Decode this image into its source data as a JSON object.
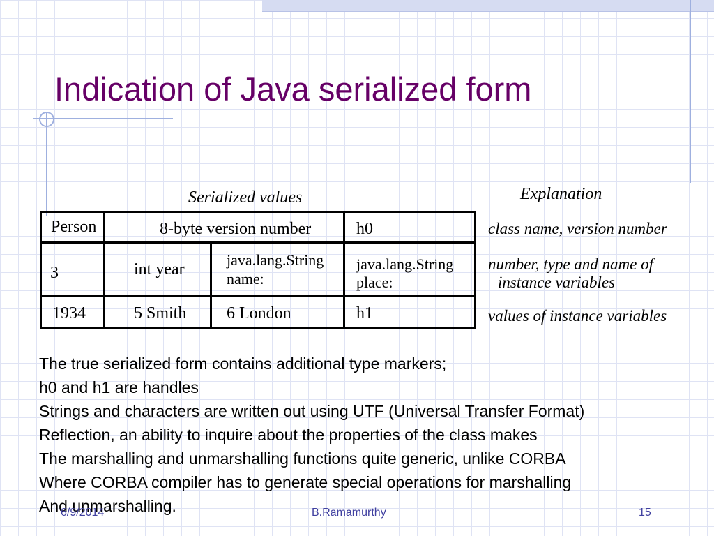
{
  "slide": {
    "title": "Indication of Java serialized form",
    "table_header": "Serialized values",
    "explanation_header": "Explanation",
    "rows": [
      [
        "Person",
        "8-byte version number",
        "h0"
      ],
      [
        "3",
        "int year",
        "java.lang.String",
        "name:",
        "java.lang.String",
        "place:"
      ],
      [
        "1934",
        "5 Smith",
        "6 London",
        "h1"
      ]
    ],
    "explanations": [
      "class name, version number",
      "number, type and name of",
      "instance variables",
      "values of instance variables"
    ],
    "paragraph": [
      "The true serialized form contains additional type markers;",
      "h0 and h1 are handles",
      "Strings and characters are written out using UTF (Universal Transfer Format)",
      "Reflection, an ability to inquire about the properties of the class makes",
      "The marshalling and unmarshalling functions quite generic, unlike CORBA",
      "Where CORBA compiler has to generate special operations for marshalling",
      "And unmarshalling."
    ]
  },
  "footer": {
    "date": "6/9/2014",
    "author": "B.Ramamurthy",
    "page": "15"
  }
}
